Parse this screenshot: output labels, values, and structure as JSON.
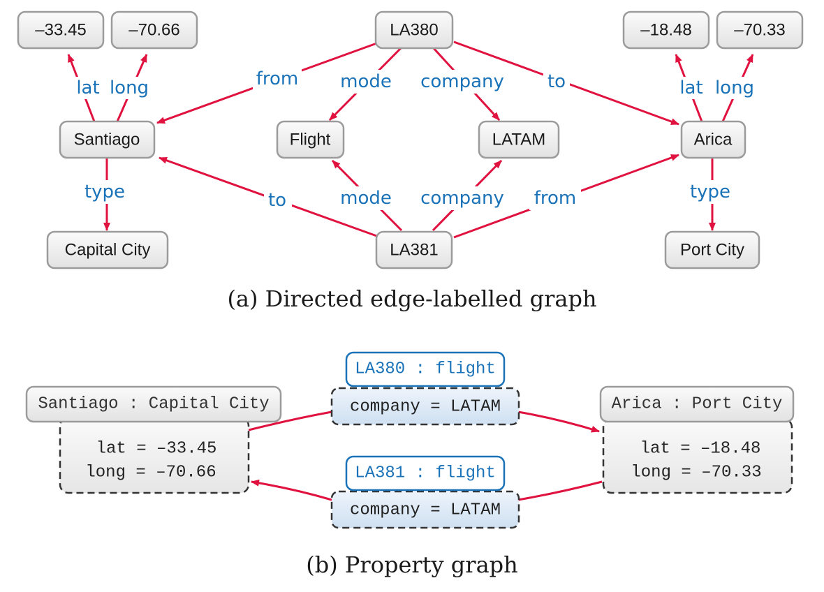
{
  "panel_a": {
    "caption": "(a) Directed edge-labelled graph",
    "nodes": {
      "santiago_lat": "–33.45",
      "santiago_long": "–70.66",
      "la380": "LA380",
      "arica_lat": "–18.48",
      "arica_long": "–70.33",
      "santiago": "Santiago",
      "flight": "Flight",
      "latam": "LATAM",
      "arica": "Arica",
      "capital_city": "Capital City",
      "la381": "LA381",
      "port_city": "Port City"
    },
    "edge_labels": {
      "santiago_lat": "lat",
      "santiago_long": "long",
      "la380_from": "from",
      "la380_mode": "mode",
      "la380_company": "company",
      "la380_to": "to",
      "arica_lat": "lat",
      "arica_long": "long",
      "santiago_type": "type",
      "arica_type": "type",
      "la381_to": "to",
      "la381_mode": "mode",
      "la381_company": "company",
      "la381_from": "from"
    }
  },
  "panel_b": {
    "caption": "(b) Property graph",
    "santiago": {
      "title": "Santiago : Capital City",
      "props": [
        "lat = –33.45",
        "long = –70.66"
      ]
    },
    "arica": {
      "title": "Arica : Port City",
      "props": [
        "lat = –18.48",
        "long = –70.33"
      ]
    },
    "la380": {
      "title": "LA380 : flight",
      "prop": "company = LATAM"
    },
    "la381": {
      "title": "LA381 : flight",
      "prop": "company = LATAM"
    }
  },
  "colors": {
    "edge": "#e0123f",
    "edge_label": "#1a73b8",
    "node_border": "#9b9b9b",
    "prop_fill": "#dde9f6"
  }
}
